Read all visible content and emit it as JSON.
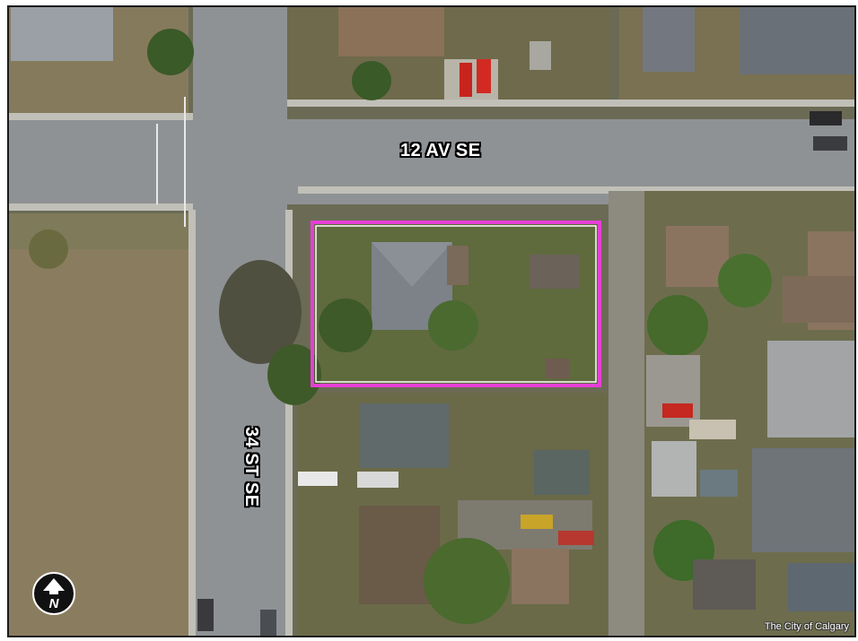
{
  "map": {
    "street_labels": {
      "horizontal": "12 AV SE",
      "vertical": "34 ST SE"
    },
    "north_arrow_letter": "N",
    "credit": "The City of Calgary",
    "highlight_color": "#e63fd6"
  }
}
